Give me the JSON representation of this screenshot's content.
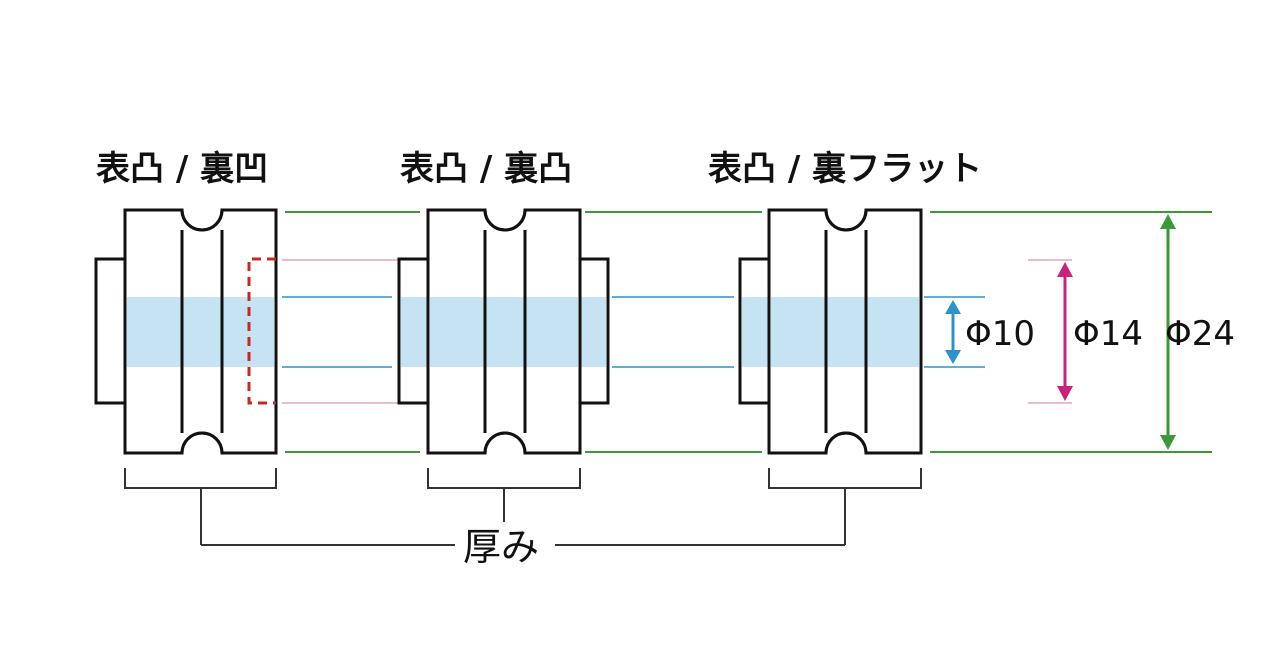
{
  "diagram": {
    "variants": [
      {
        "label": "表凸 / 裏凹",
        "front": "凸",
        "back": "凹"
      },
      {
        "label": "表凸 / 裏凸",
        "front": "凸",
        "back": "凸"
      },
      {
        "label": "表凸 / 裏フラット",
        "front": "凸",
        "back": "フラット"
      }
    ],
    "dimensions": [
      {
        "label": "Φ10",
        "value": 10,
        "color": "#2b93c8"
      },
      {
        "label": "Φ14",
        "value": 14,
        "color": "#c8237a"
      },
      {
        "label": "Φ24",
        "value": 24,
        "color": "#3a9a3a"
      }
    ],
    "thickness_label": "厚み",
    "colors": {
      "bore_fill": "#c5e3f3",
      "bore_line": "#2b93c8",
      "recess_dashed": "#c8281e",
      "outer_line": "#3a9a3a",
      "inner_line": "#e3a3bd",
      "outline": "#111111"
    }
  }
}
